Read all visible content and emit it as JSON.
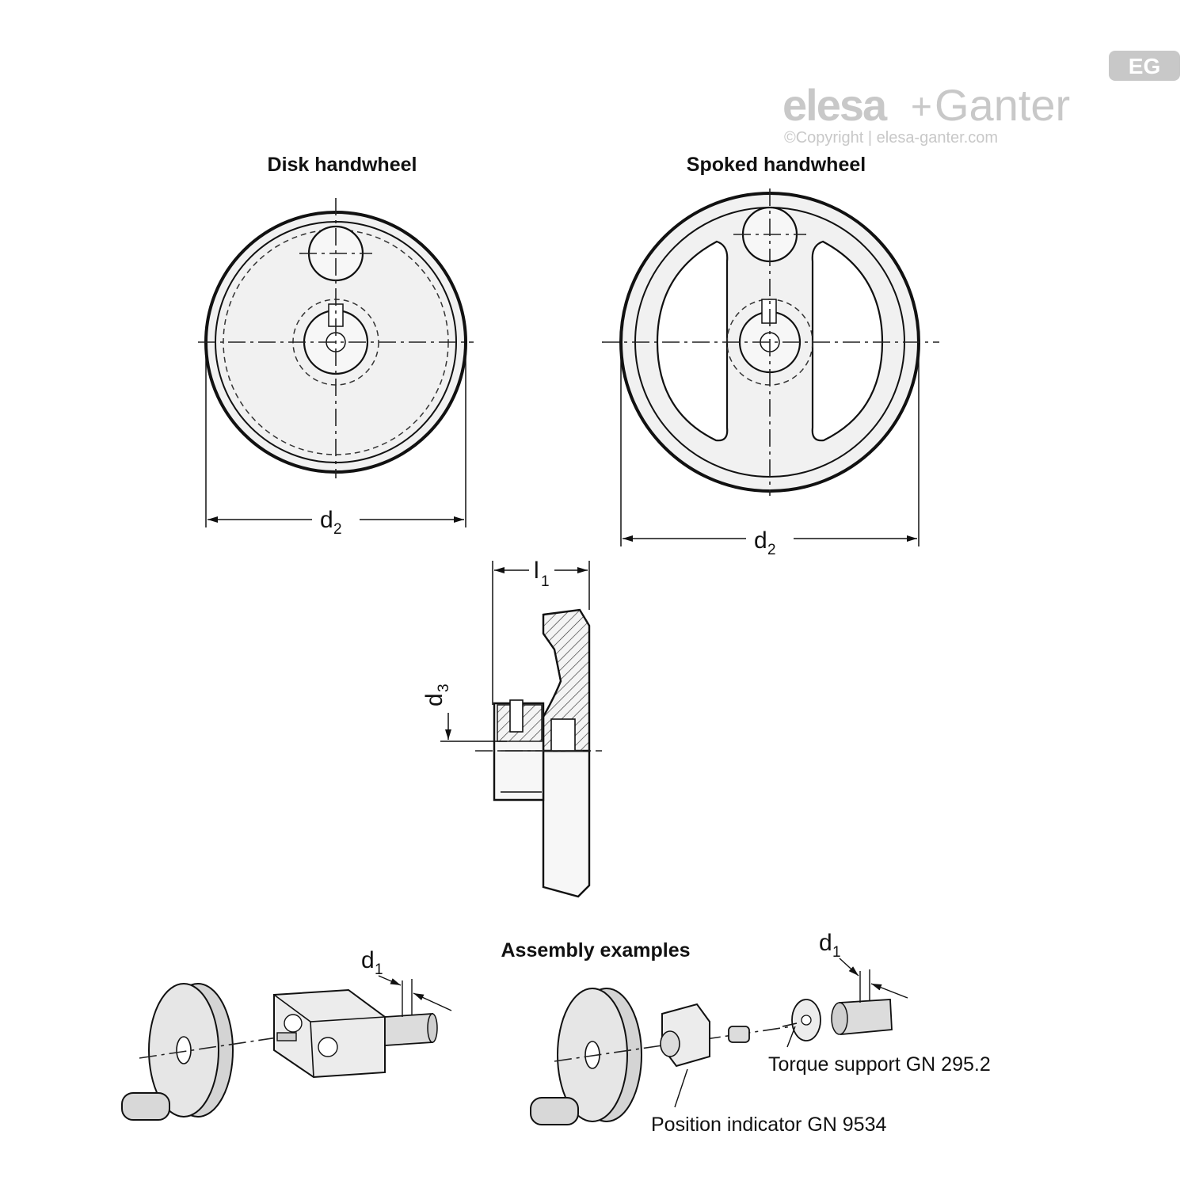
{
  "brand": {
    "logo_mark": "EG",
    "logo_left": "elesa",
    "logo_plus": "+",
    "logo_right": "Ganter",
    "copyright": "©Copyright | elesa-ganter.com",
    "color": "#c8c8c8"
  },
  "views": {
    "disk_title": "Disk handwheel",
    "spoked_title": "Spoked handwheel",
    "section_title": ""
  },
  "dimensions": {
    "d2_main": "d",
    "d2_sub": "2",
    "l1_main": "l",
    "l1_sub": "1",
    "d3_main": "d",
    "d3_sub": "3",
    "d1_main": "d",
    "d1_sub": "1"
  },
  "assembly": {
    "title": "Assembly examples",
    "torque_support": "Torque support GN 295.2",
    "position_indicator": "Position indicator GN 9534"
  },
  "colors": {
    "line": "#111111",
    "fill_light": "#f2f2f2",
    "fill_mid": "#dcdcdc",
    "fill_dark": "#bdbdbd"
  }
}
